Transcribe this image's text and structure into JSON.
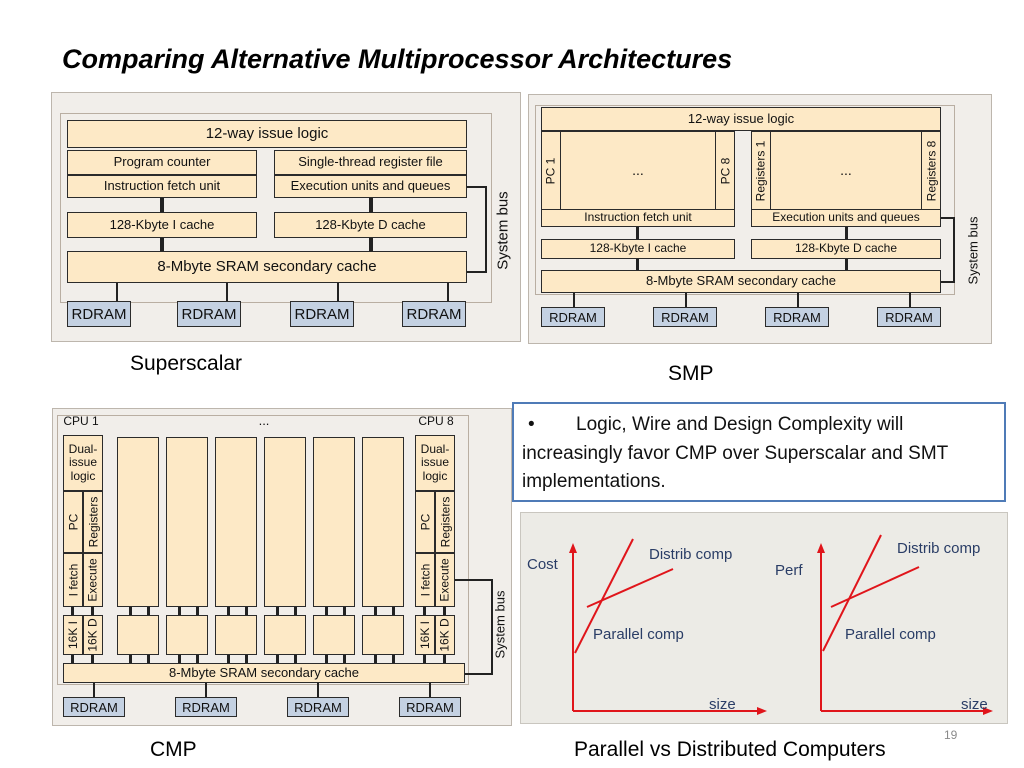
{
  "title": "Comparing Alternative Multiprocessor Architectures",
  "superscalar": {
    "caption": "Superscalar",
    "issue_logic": "12-way issue logic",
    "program_counter": "Program counter",
    "register_file": "Single-thread register file",
    "fetch_unit": "Instruction fetch unit",
    "exec_units": "Execution units and queues",
    "icache": "128-Kbyte I cache",
    "dcache": "128-Kbyte D cache",
    "l2": "8-Mbyte SRAM secondary cache",
    "bus": "System bus",
    "rdram": [
      "RDRAM",
      "RDRAM",
      "RDRAM",
      "RDRAM"
    ]
  },
  "smp": {
    "caption": "SMP",
    "issue_logic": "12-way issue logic",
    "pc1": "PC 1",
    "pc8": "PC 8",
    "ellipsis1": "...",
    "reg1": "Registers 1",
    "reg8": "Registers 8",
    "ellipsis2": "...",
    "fetch_unit": "Instruction fetch unit",
    "exec_units": "Execution units and queues",
    "icache": "128-Kbyte I cache",
    "dcache": "128-Kbyte D cache",
    "l2": "8-Mbyte SRAM secondary cache",
    "bus": "System bus",
    "rdram": [
      "RDRAM",
      "RDRAM",
      "RDRAM",
      "RDRAM"
    ]
  },
  "cmp": {
    "caption": "CMP",
    "cpu1": "CPU 1",
    "cpu8": "CPU 8",
    "ellipsis": "...",
    "dual_issue": "Dual-\nissue\nlogic",
    "pc": "PC",
    "registers": "Registers",
    "ifetch": "I fetch",
    "execute": "Execute",
    "k16i": "16K I",
    "k16d": "16K D",
    "l2": "8-Mbyte SRAM secondary cache",
    "bus": "System bus",
    "rdram": [
      "RDRAM",
      "RDRAM",
      "RDRAM",
      "RDRAM"
    ]
  },
  "note": {
    "bullet": "•",
    "text": "Logic, Wire and Design Complexity will increasingly favor CMP over Superscalar and SMT implementations."
  },
  "graphs": {
    "caption": "Parallel vs Distributed Computers",
    "left": {
      "ylabel": "Cost",
      "xlabel": "size",
      "line1": "Distrib comp",
      "line2": "Parallel comp"
    },
    "right": {
      "ylabel": "Perf",
      "xlabel": "size",
      "line1": "Distrib comp",
      "line2": "Parallel comp"
    }
  },
  "page_number": "19"
}
